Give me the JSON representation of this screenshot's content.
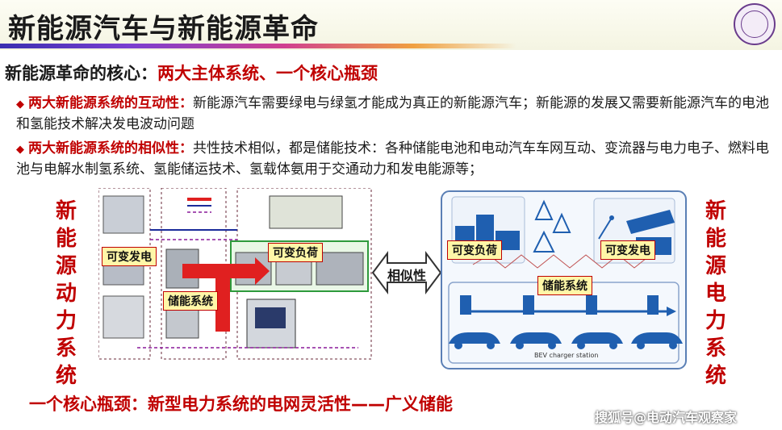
{
  "slide": {
    "title": "新能源汽车与新能源革命",
    "subtitle_prefix": "新能源革命的核心：",
    "subtitle_highlight": "两大主体系统、一个核心瓶颈",
    "bullets": [
      {
        "key": "两大新能源系统的互动性：",
        "text": "新能源汽车需要绿电与绿氢才能成为真正的新能源汽车；新能源的发展又需要新能源汽车的电池和氢能技术解决发电波动问题"
      },
      {
        "key": "两大新能源系统的相似性：",
        "text": "共性技术相似，都是储能技术：各种储能电池和电动汽车车网互动、变流器与电力电子、燃料电池与电解水制氢系统、氢能储运技术、氢载体氨用于交通动力和发电能源等；"
      }
    ],
    "left_side_label": "新能源动力系统",
    "right_side_label": "新能源电力系统",
    "left_diagram": {
      "tags": [
        "可变发电",
        "储能系统",
        "可变负荷"
      ]
    },
    "similarity_label": "相似性",
    "right_diagram": {
      "tags": [
        "可变负荷",
        "可变发电",
        "储能系统"
      ],
      "caption": "BEV charger station"
    },
    "bottom_line": "一个核心瓶颈：新型电力系统的电网灵活性——广义储能",
    "watermark": "搜狐号@电动汽车观察家"
  },
  "colors": {
    "accent_red": "#c00000",
    "tag_fill": "#fff7a8",
    "storage_green": "#2e9a3c",
    "right_panel_blue": "#1f5fb0"
  }
}
